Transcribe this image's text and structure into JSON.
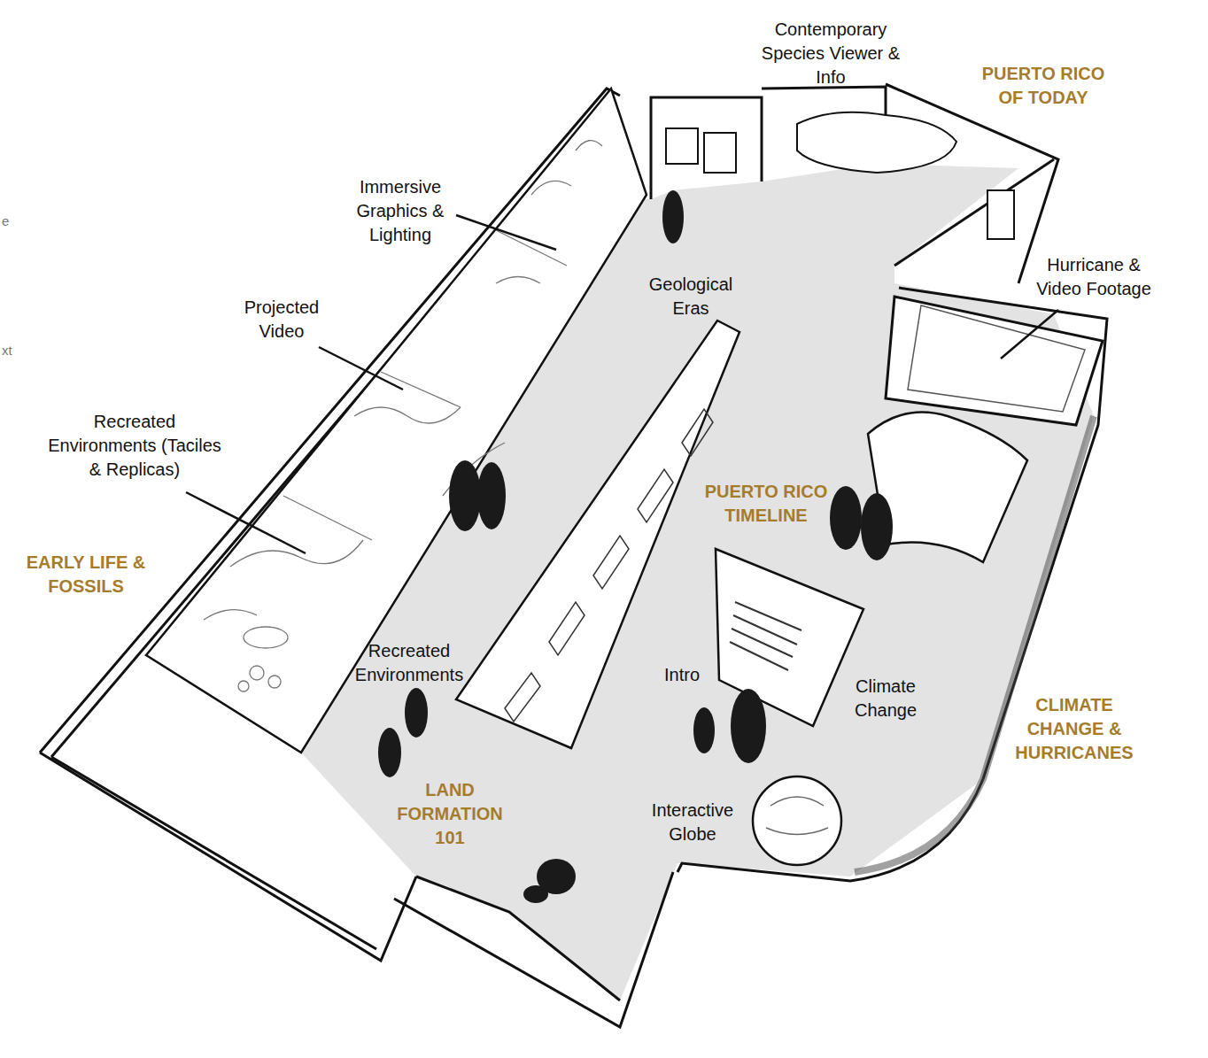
{
  "diagram": {
    "labels": [
      "e",
      "xt",
      "Contemporary Species Viewer & Info",
      "PUERTO RICO OF TODAY",
      "Immersive Graphics & Lighting",
      "Hurricane & Video Footage",
      "Geological Eras",
      "Projected Video",
      "Recreated Environments (Taciles & Replicas)",
      "PUERTO RICO TIMELINE",
      "EARLY LIFE & FOSSILS",
      "Recreated Environments",
      "Intro",
      "Climate Change",
      "CLIMATE CHANGE & HURRICANES",
      "LAND FORMATION 101",
      "Interactive Globe"
    ]
  }
}
